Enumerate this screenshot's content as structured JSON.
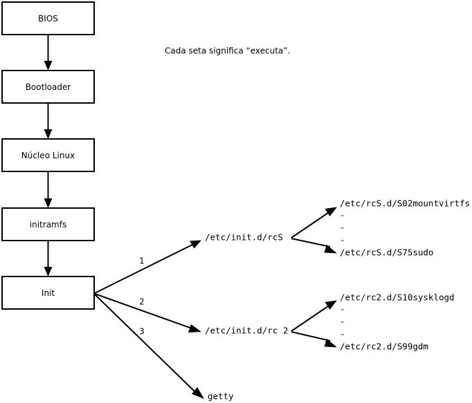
{
  "caption": {
    "text": "Cada seta significa “executa”."
  },
  "colors": {
    "stroke": "#000000",
    "box_fill": "#ffffff",
    "background": "#ffffff"
  },
  "boot_chain": {
    "nodes": [
      {
        "id": "bios",
        "label": "BIOS"
      },
      {
        "id": "bootloader",
        "label": "Bootloader"
      },
      {
        "id": "kernel",
        "label": "Núcleo Linux"
      },
      {
        "id": "initramfs",
        "label": "initramfs"
      },
      {
        "id": "init",
        "label": "Init"
      }
    ]
  },
  "init_branches": [
    {
      "number": "1",
      "target": "/etc/init.d/rcS"
    },
    {
      "number": "2",
      "target": "/etc/init.d/rc 2"
    },
    {
      "number": "3",
      "target": "getty"
    }
  ],
  "rcs_group": {
    "source": "/etc/init.d/rcS",
    "first": "/etc/rcS.d/S02mountvirtfs",
    "last": "/etc/rcS.d/S75sudo",
    "ellipsis": [
      "-",
      "-",
      "-"
    ]
  },
  "rc2_group": {
    "source": "/etc/init.d/rc 2",
    "first": "/etc/rc2.d/S10sysklogd",
    "last": "/etc/rc2.d/S99gdm",
    "ellipsis": [
      "-",
      "-",
      "-"
    ]
  },
  "getty_group": {
    "label": "getty"
  }
}
